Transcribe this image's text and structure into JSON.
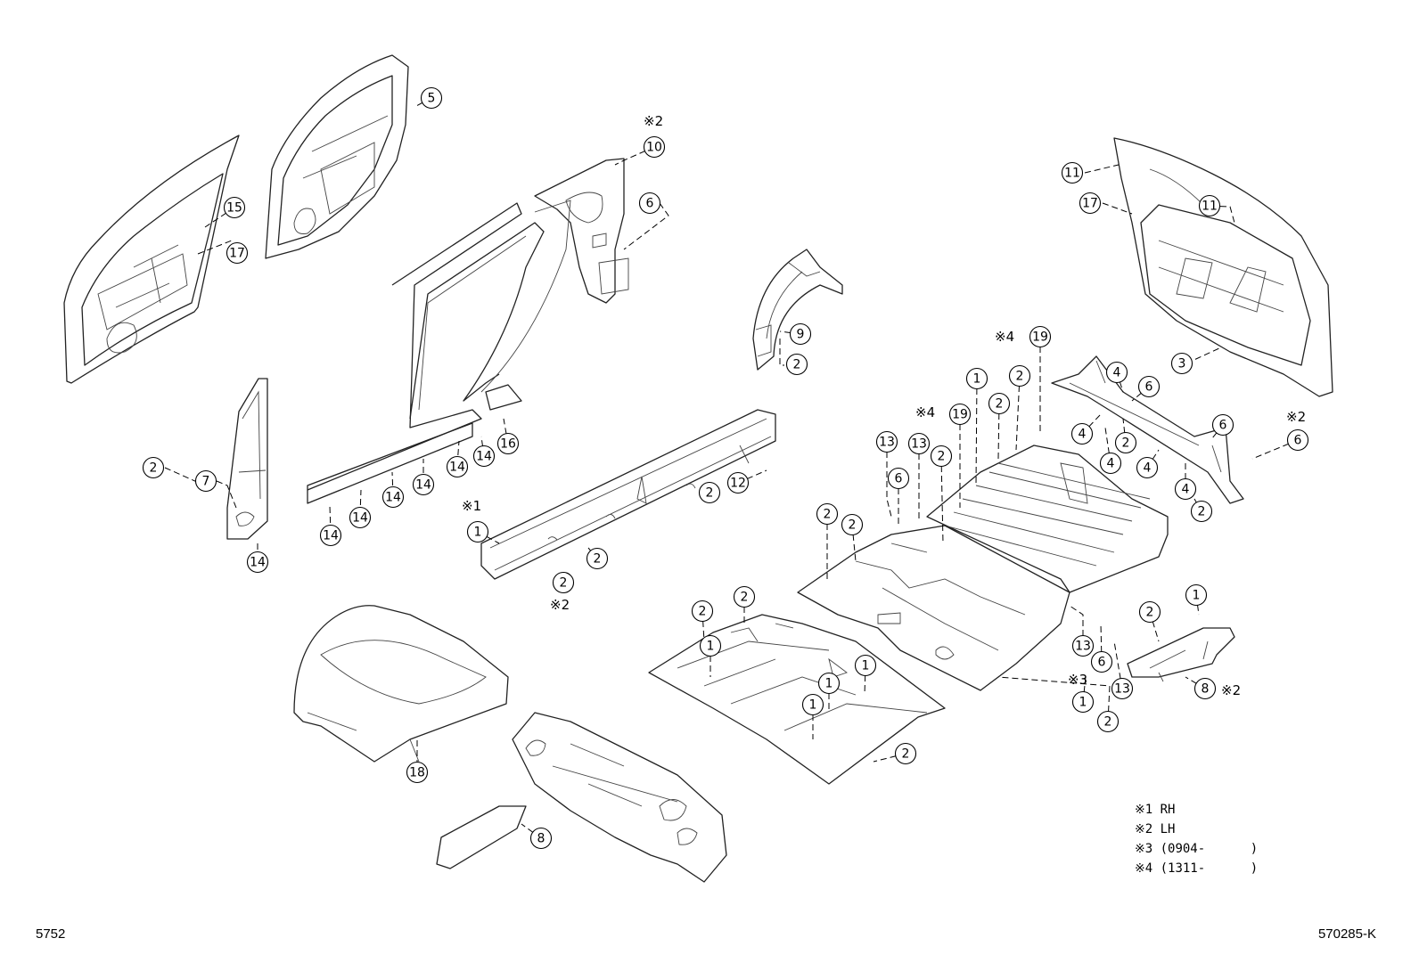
{
  "parts_diagram": {
    "callouts": [
      {
        "label": "15"
      },
      {
        "label": "17"
      },
      {
        "label": "5"
      },
      {
        "label": "10"
      },
      {
        "label": "6"
      },
      {
        "label": "9"
      },
      {
        "label": "2"
      },
      {
        "label": "11"
      },
      {
        "label": "17"
      },
      {
        "label": "11"
      },
      {
        "label": "3"
      },
      {
        "label": "2"
      },
      {
        "label": "7"
      },
      {
        "label": "14"
      },
      {
        "label": "14"
      },
      {
        "label": "14"
      },
      {
        "label": "14"
      },
      {
        "label": "14"
      },
      {
        "label": "14"
      },
      {
        "label": "14"
      },
      {
        "label": "16"
      },
      {
        "label": "2"
      },
      {
        "label": "12"
      },
      {
        "label": "1"
      },
      {
        "label": "2"
      },
      {
        "label": "2"
      },
      {
        "label": "19"
      },
      {
        "label": "1"
      },
      {
        "label": "2"
      },
      {
        "label": "19"
      },
      {
        "label": "13"
      },
      {
        "label": "13"
      },
      {
        "label": "6"
      },
      {
        "label": "2"
      },
      {
        "label": "2"
      },
      {
        "label": "2"
      },
      {
        "label": "2"
      },
      {
        "label": "4"
      },
      {
        "label": "6"
      },
      {
        "label": "4"
      },
      {
        "label": "2"
      },
      {
        "label": "4"
      },
      {
        "label": "4"
      },
      {
        "label": "6"
      },
      {
        "label": "4"
      },
      {
        "label": "2"
      },
      {
        "label": "6"
      },
      {
        "label": "1"
      },
      {
        "label": "2"
      },
      {
        "label": "8"
      },
      {
        "label": "13"
      },
      {
        "label": "6"
      },
      {
        "label": "13"
      },
      {
        "label": "1"
      },
      {
        "label": "2"
      },
      {
        "label": "2"
      },
      {
        "label": "2"
      },
      {
        "label": "1"
      },
      {
        "label": "1"
      },
      {
        "label": "1"
      },
      {
        "label": "1"
      },
      {
        "label": "2"
      },
      {
        "label": "18"
      },
      {
        "label": "8"
      }
    ],
    "marks": [
      {
        "text": "※2"
      },
      {
        "text": "※1"
      },
      {
        "text": "※2"
      },
      {
        "text": "※4"
      },
      {
        "text": "※4"
      },
      {
        "text": "※2"
      },
      {
        "text": "※3"
      },
      {
        "text": "※2"
      }
    ]
  },
  "legend": [
    {
      "text": "※1 RH"
    },
    {
      "text": "※2 LH"
    },
    {
      "text": "※3 (0904-      )"
    },
    {
      "text": "※4 (1311-      )"
    }
  ],
  "footer": {
    "left_code": "5752",
    "right_code": "570285-K"
  }
}
